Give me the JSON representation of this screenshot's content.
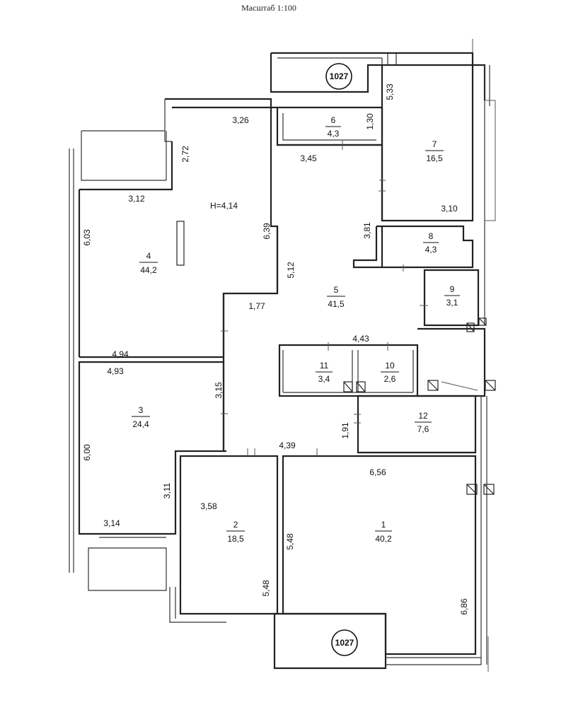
{
  "scale_title": "Масштаб 1:100",
  "height_label": "H=4,14",
  "apartment_tags": [
    "1027",
    "1027"
  ],
  "rooms": [
    {
      "num": "1",
      "area": "40,2"
    },
    {
      "num": "2",
      "area": "18,5"
    },
    {
      "num": "3",
      "area": "24,4"
    },
    {
      "num": "4",
      "area": "44,2"
    },
    {
      "num": "5",
      "area": "41,5"
    },
    {
      "num": "6",
      "area": "4,3"
    },
    {
      "num": "7",
      "area": "16,5"
    },
    {
      "num": "8",
      "area": "4,3"
    },
    {
      "num": "9",
      "area": "3,1"
    },
    {
      "num": "10",
      "area": "2,6"
    },
    {
      "num": "11",
      "area": "3,4"
    },
    {
      "num": "12",
      "area": "7,6"
    }
  ],
  "dimensions": [
    "3,26",
    "2,72",
    "3,12",
    "6,03",
    "6,39",
    "4,94",
    "1,30",
    "3,45",
    "5,33",
    "3,81",
    "3,10",
    "5,12",
    "1,77",
    "4,43",
    "4,93",
    "3,15",
    "6,00",
    "1,91",
    "4,39",
    "6,56",
    "3,11",
    "3,58",
    "5,48",
    "5,48",
    "3,14",
    "6,86"
  ]
}
